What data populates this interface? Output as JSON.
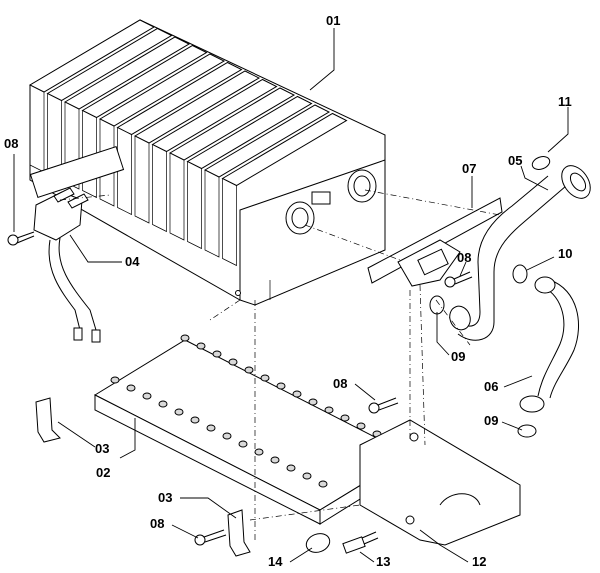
{
  "callouts": {
    "c01": "01",
    "c02": "02",
    "c03a": "03",
    "c03b": "03",
    "c04": "04",
    "c05": "05",
    "c06": "06",
    "c07": "07",
    "c08a": "08",
    "c08b": "08",
    "c08c": "08",
    "c08d": "08",
    "c09a": "09",
    "c09b": "09",
    "c10": "10",
    "c11": "11",
    "c12": "12",
    "c13": "13",
    "c14": "14"
  }
}
